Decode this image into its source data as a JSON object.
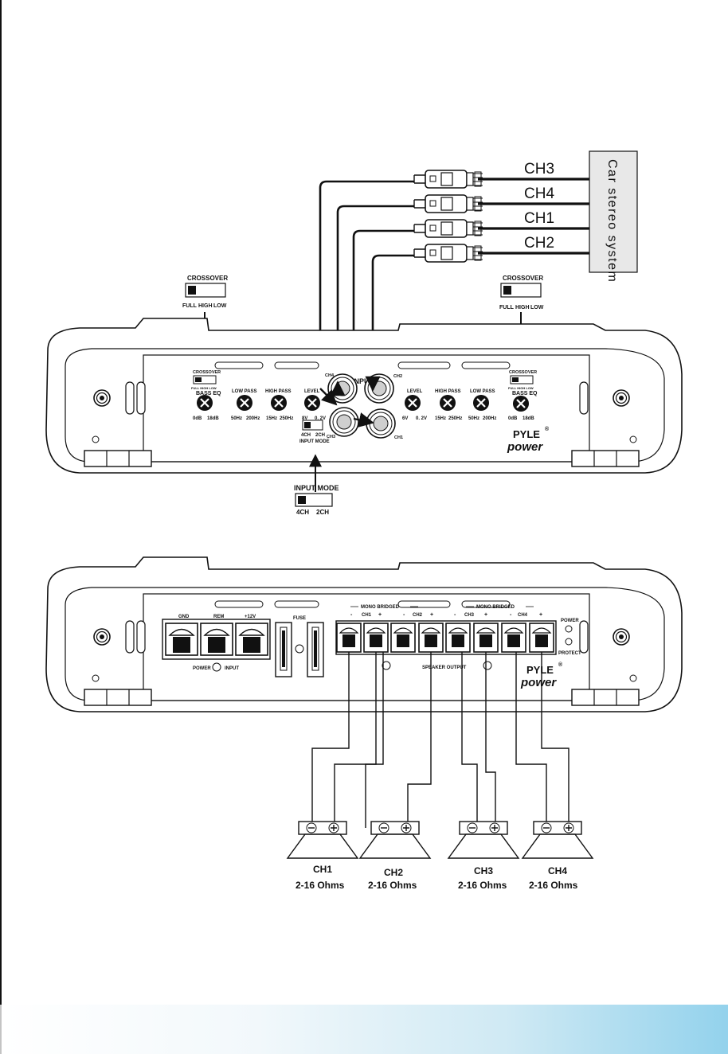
{
  "source_unit": {
    "label": "Car stereo system",
    "channels": [
      "CH3",
      "CH4",
      "CH1",
      "CH2"
    ]
  },
  "crossover_switch": {
    "title": "CROSSOVER",
    "positions": [
      "FULL",
      "HIGH",
      "LOW"
    ]
  },
  "input_mode_switch": {
    "title": "INPUT  MODE",
    "positions": [
      "4CH",
      "2CH"
    ]
  },
  "front_panel": {
    "left": {
      "crossover_label": "CROSSOVER",
      "crossover_sub": "FULL HIGH LOW",
      "bass_eq": "BASS  EQ",
      "bass_eq_range": [
        "0dB",
        "18dB"
      ],
      "low_pass": "LOW PASS",
      "low_pass_range": [
        "50Hz",
        "200Hz"
      ],
      "high_pass": "HIGH PASS",
      "high_pass_range": [
        "15Hz",
        "250Hz"
      ],
      "level": "LEVEL",
      "level_range": [
        "8V",
        "0. 2V"
      ]
    },
    "input": {
      "label": "INPUT",
      "ch_top_left": "CH4",
      "ch_top_right": "CH2",
      "ch_bottom_left": "CH3",
      "ch_bottom_right": "CH1",
      "mode_positions": [
        "4CH",
        "2CH"
      ],
      "mode_label": "INPUT  MODE"
    },
    "right": {
      "level": "LEVEL",
      "level_range": [
        "6V",
        "0. 2V"
      ],
      "high_pass": "HIGH PASS",
      "high_pass_range": [
        "15Hz",
        "250Hz"
      ],
      "low_pass": "LOW PASS",
      "low_pass_range": [
        "50Hz",
        "200Hz"
      ],
      "crossover_label": "CROSSOVER",
      "crossover_sub": "FULL HIGH LOW",
      "bass_eq": "BASS  EQ",
      "bass_eq_range": [
        "0dB",
        "18dB"
      ]
    },
    "brand_top": "PYLE",
    "brand_bottom": "power",
    "registered": "®"
  },
  "rear_panel": {
    "power_terminals": [
      "GND",
      "REM",
      "+12V"
    ],
    "power_input_label": "POWER",
    "power_input_label2": "INPUT",
    "fuse_label": "FUSE",
    "mono_bridged": "MONO  BRIDGED",
    "speaker_channels": [
      "CH1",
      "CH2",
      "CH3",
      "CH4"
    ],
    "minus": "-",
    "plus": "+",
    "speaker_output": "SPEAKER  OUTPUT",
    "power_led": "POWER",
    "protect_led": "PROTECT",
    "brand_top": "PYLE",
    "brand_bottom": "power",
    "registered": "®"
  },
  "speakers": [
    {
      "name": "CH1",
      "impedance": "2-16  Ohms"
    },
    {
      "name": "CH2",
      "impedance": "2-16  Ohms"
    },
    {
      "name": "CH3",
      "impedance": "2-16  Ohms"
    },
    {
      "name": "CH4",
      "impedance": "2-16  Ohms"
    }
  ]
}
